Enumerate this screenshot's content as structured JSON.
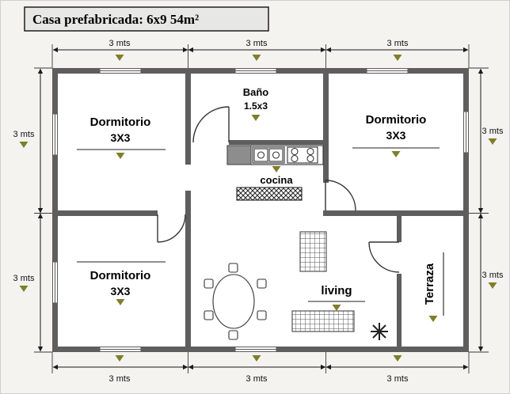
{
  "title": "Casa prefabricada: 6x9  54m²",
  "dims": {
    "top": [
      "3 mts",
      "3 mts",
      "3 mts"
    ],
    "bottom": [
      "3 mts",
      "3 mts",
      "3 mts"
    ],
    "left": [
      "3 mts",
      "3 mts"
    ],
    "right": [
      "3 mts",
      "3 mts"
    ]
  },
  "rooms": {
    "dorm_tl": {
      "name": "Dormitorio",
      "size": "3X3"
    },
    "bano": {
      "name": "Baño",
      "size": "1.5x3"
    },
    "dorm_tr": {
      "name": "Dormitorio",
      "size": "3X3"
    },
    "cocina": {
      "name": "cocina"
    },
    "dorm_bl": {
      "name": "Dormitorio",
      "size": "3X3"
    },
    "living": {
      "name": "living"
    },
    "terraza": {
      "name": "Terraza"
    }
  },
  "colors": {
    "wall": "#5e5e5e",
    "marker": "#7e7e2b",
    "background": "#f5f3ef",
    "line": "#1a1a1a"
  }
}
